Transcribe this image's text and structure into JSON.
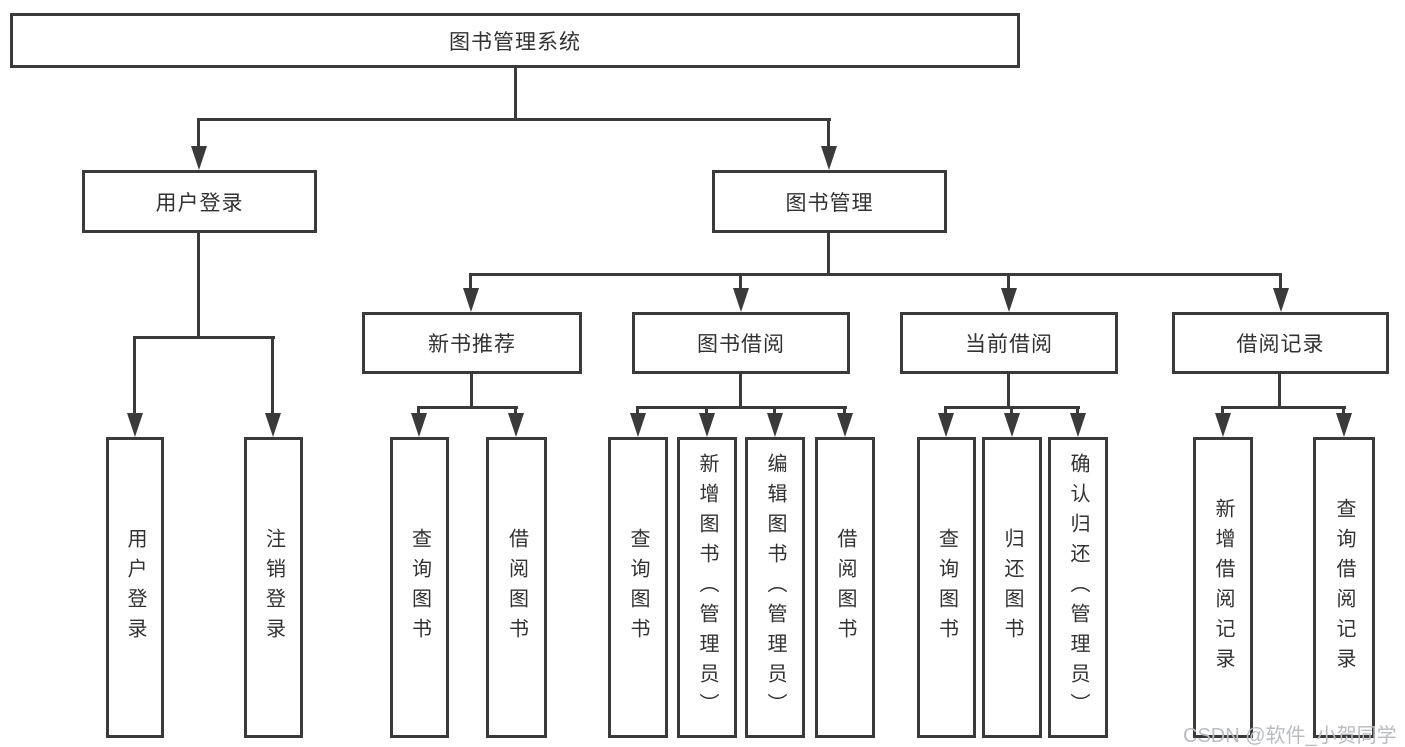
{
  "diagram": {
    "title": "图书管理系统",
    "nodes": {
      "root": "图书管理系统",
      "user_login": "用户登录",
      "book_management": "图书管理",
      "new_book_recommend": "新书推荐",
      "book_borrowing": "图书借阅",
      "current_borrowing": "当前借阅",
      "borrowing_records": "借阅记录",
      "leaf_user_login": "用户登录",
      "leaf_logout": "注销登录",
      "leaf_nb_query_book": "查询图书",
      "leaf_nb_borrow_book": "借阅图书",
      "leaf_bb_query_book": "查询图书",
      "leaf_bb_add_book": "新增图书（管理员）",
      "leaf_bb_edit_book": "编辑图书（管理员）",
      "leaf_bb_borrow_book": "借阅图书",
      "leaf_cb_query_book": "查询图书",
      "leaf_cb_return_book": "归还图书",
      "leaf_cb_confirm_return": "确认归还（管理员）",
      "leaf_br_add_record": "新增借阅记录",
      "leaf_br_query_record": "查询借阅记录"
    },
    "watermark": "CSDN @软件_小贺同学",
    "colors": {
      "line": "#3a3a3a",
      "text": "#323232",
      "background": "#ffffff",
      "watermark": "#b9bcc1"
    }
  }
}
